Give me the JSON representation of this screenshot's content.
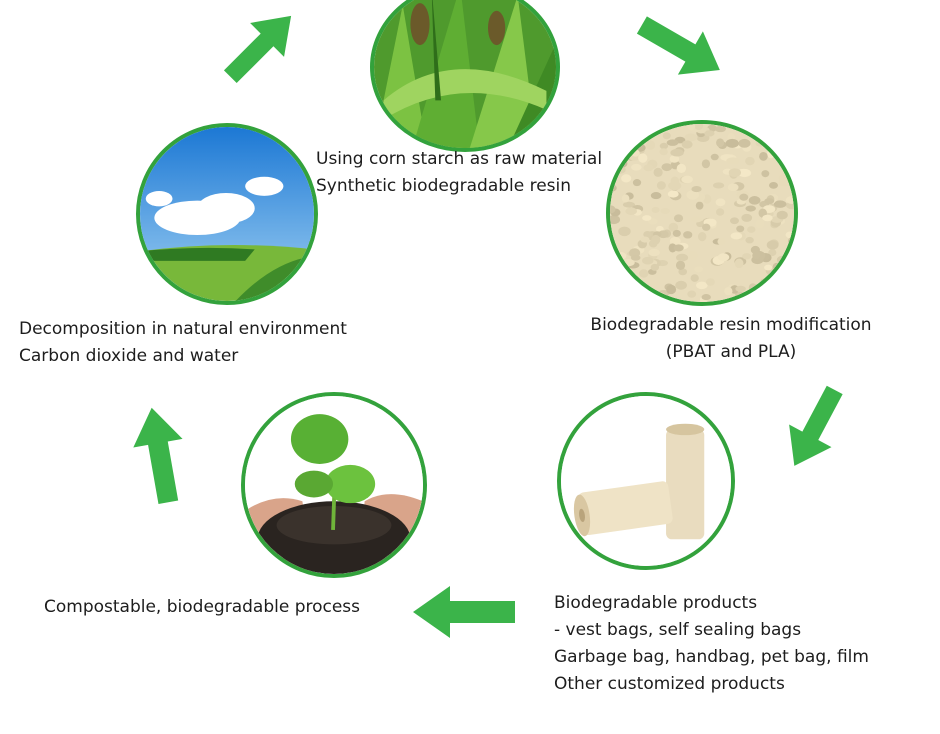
{
  "colors": {
    "arrow_green": "#3bb44a",
    "ring_green": "#33a23c"
  },
  "stages": [
    {
      "id": "corn",
      "icon": "corn-plant-image",
      "lines": [
        "Using corn starch as raw material",
        "Synthetic biodegradable resin"
      ]
    },
    {
      "id": "resin",
      "icon": "resin-pellets-image",
      "lines": [
        "Biodegradable resin modification",
        "(PBAT and PLA)"
      ]
    },
    {
      "id": "products",
      "icon": "film-rolls-image",
      "lines": [
        "Biodegradable products",
        "- vest bags, self sealing bags",
        "Garbage bag, handbag, pet bag, film",
        "Other customized products"
      ]
    },
    {
      "id": "compost",
      "icon": "seedling-in-soil-image",
      "lines": [
        "Compostable, biodegradable process"
      ]
    },
    {
      "id": "nature",
      "icon": "sky-and-meadow-image",
      "lines": [
        "Decomposition in natural environment",
        "Carbon dioxide and water"
      ]
    }
  ]
}
